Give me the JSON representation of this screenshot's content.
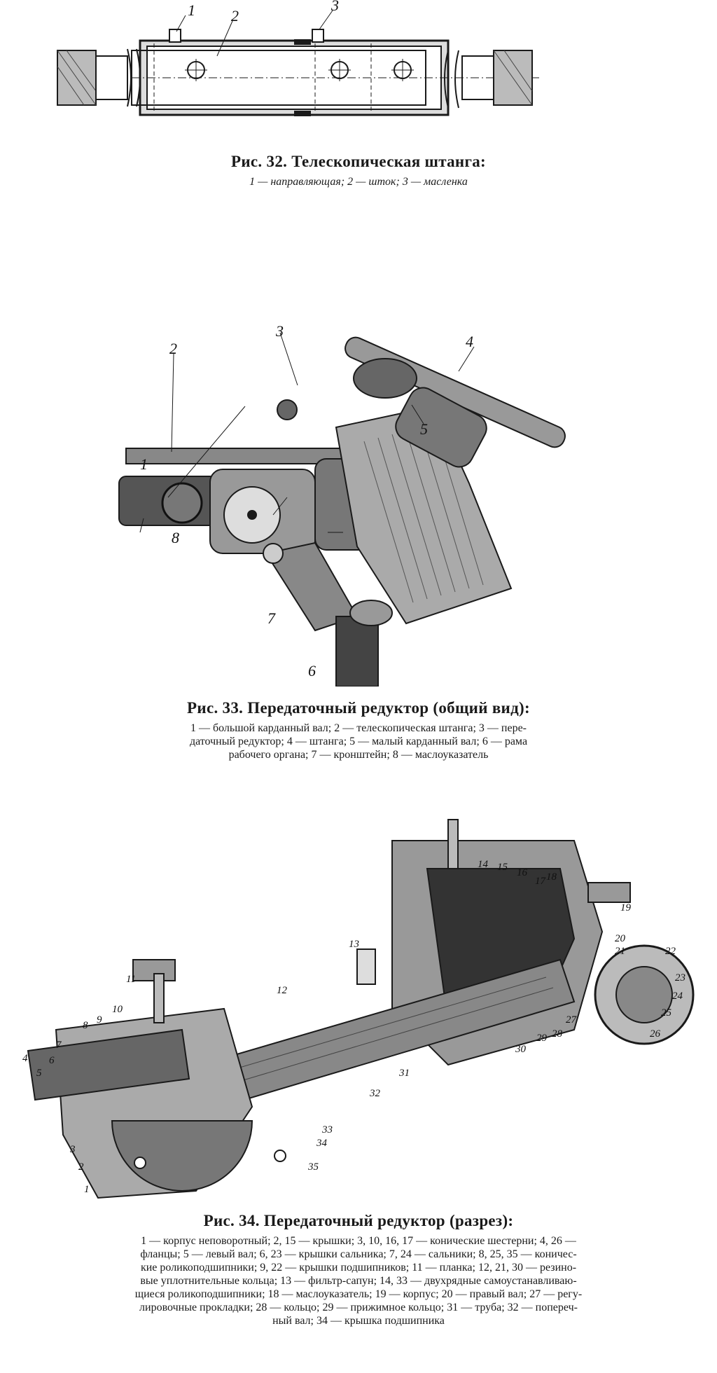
{
  "fig32": {
    "title": "Рис. 32. Телескопическая штанга:",
    "legend": "1 — направляющая; 2 — шток; 3 — масленка",
    "labels": [
      "1",
      "2",
      "3"
    ]
  },
  "fig33": {
    "title": "Рис. 33. Передаточный редуктор (общий вид):",
    "legend_lines": [
      "1 — большой карданный вал; 2 — телескопическая штанга; 3 — пере-",
      "даточный редуктор; 4 — штанга; 5 — малый карданный вал; 6 — рама",
      "рабочего органа; 7 — кронштейн; 8 — маслоуказатель"
    ],
    "labels": [
      "1",
      "2",
      "3",
      "4",
      "5",
      "6",
      "7",
      "8"
    ]
  },
  "fig34": {
    "title": "Рис. 34. Передаточный редуктор (разрез):",
    "legend_lines": [
      "1 — корпус неповоротный; 2, 15 — крышки; 3, 10, 16, 17 — конические шестерни; 4, 26 —",
      "фланцы; 5 — левый вал; 6, 23 — крышки сальника; 7, 24 — сальники; 8, 25, 35 — коничес-",
      "кие роликоподшипники; 9, 22 — крышки подшипников; 11 — планка; 12, 21, 30 — резино-",
      "вые уплотнительные кольца; 13 — фильтр-сапун; 14, 33 — двухрядные самоустанавливаю-",
      "щиеся роликоподшипники; 18 — маслоуказатель; 19 — корпус; 20 — правый вал; 27 — регу-",
      "лировочные прокладки; 28 — кольцо; 29 — прижимное кольцо; 31 — труба; 32 — попереч-",
      "ный вал; 34 — крышка подшипника"
    ],
    "labels": [
      "1",
      "2",
      "3",
      "4",
      "5",
      "6",
      "7",
      "8",
      "9",
      "10",
      "11",
      "12",
      "13",
      "14",
      "15",
      "16",
      "17",
      "18",
      "19",
      "20",
      "21",
      "22",
      "23",
      "24",
      "25",
      "26",
      "27",
      "28",
      "29",
      "30",
      "31",
      "32",
      "33",
      "34",
      "35"
    ]
  }
}
